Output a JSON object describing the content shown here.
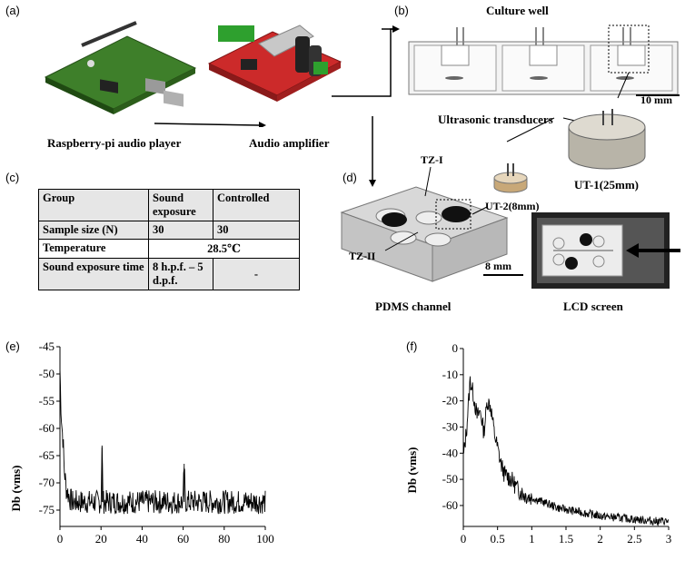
{
  "panels": {
    "a": "(a)",
    "b": "(b)",
    "c": "(c)",
    "d": "(d)",
    "e": "(e)",
    "f": "(f)"
  },
  "captions": {
    "raspberry": "Raspberry-pi audio player",
    "amplifier": "Audio amplifier",
    "culture_well": "Culture well",
    "scale_b": "10 mm",
    "ultrasonic": "Ultrasonic transducers",
    "ut1": "UT-1(25mm)",
    "ut2": "UT-2(8mm)",
    "tz1": "TZ-I",
    "tz2": "TZ-II",
    "scale_d": "8 mm",
    "pdms": "PDMS channel",
    "lcd": "LCD screen"
  },
  "table": {
    "headers": [
      "Group",
      "Sound exposure",
      "Controlled"
    ],
    "rows": [
      [
        "Sample size (N)",
        "30",
        "30"
      ],
      [
        "Temperature",
        "28.5℃"
      ],
      [
        "Sound exposure time",
        "8 h.p.f. – 5 d.p.f.",
        "-"
      ]
    ]
  },
  "chart_data": [
    {
      "type": "line",
      "title": "",
      "xlabel": "",
      "ylabel": "Db (vms)",
      "xlim": [
        0,
        100
      ],
      "ylim": [
        -78,
        -45
      ],
      "xticks": [
        0,
        20,
        40,
        60,
        80,
        100
      ],
      "yticks": [
        -45,
        -50,
        -55,
        -60,
        -65,
        -70,
        -75
      ],
      "series": [
        {
          "x": [
            0,
            0.5,
            1,
            1.5,
            2,
            3,
            4,
            5,
            6,
            8,
            10,
            15,
            20,
            20.5,
            21,
            25,
            30,
            40,
            50,
            60,
            60.5,
            61,
            70,
            80,
            90,
            100
          ],
          "y": [
            -49,
            -56,
            -60,
            -62,
            -67,
            -71,
            -72,
            -73,
            -73.5,
            -73.5,
            -73.5,
            -73.5,
            -73.5,
            -63.5,
            -73.5,
            -73.5,
            -73.5,
            -73.5,
            -73.5,
            -73.5,
            -66.5,
            -73.5,
            -73.5,
            -73.5,
            -73.5,
            -73.5
          ]
        }
      ]
    },
    {
      "type": "line",
      "title": "",
      "xlabel": "",
      "ylabel": "Db (vms)",
      "xlim": [
        0,
        3
      ],
      "ylim": [
        -68,
        0
      ],
      "xticks": [
        0,
        0.5,
        1,
        1.5,
        2,
        2.5,
        3
      ],
      "yticks": [
        0,
        -10,
        -20,
        -30,
        -40,
        -50,
        -60
      ],
      "series": [
        {
          "x": [
            0,
            0.05,
            0.1,
            0.15,
            0.2,
            0.25,
            0.3,
            0.35,
            0.4,
            0.45,
            0.5,
            0.55,
            0.6,
            0.7,
            0.8,
            0.9,
            1.0,
            1.2,
            1.4,
            1.6,
            1.8,
            2.0,
            2.2,
            2.4,
            2.6,
            2.8,
            3.0
          ],
          "y": [
            -42,
            -30,
            -12,
            -18,
            -26,
            -24,
            -32,
            -20,
            -22,
            -32,
            -38,
            -44,
            -48,
            -50,
            -54,
            -56,
            -57,
            -59,
            -61,
            -62,
            -63,
            -64,
            -64.5,
            -65,
            -65.5,
            -66,
            -66
          ]
        }
      ]
    }
  ]
}
